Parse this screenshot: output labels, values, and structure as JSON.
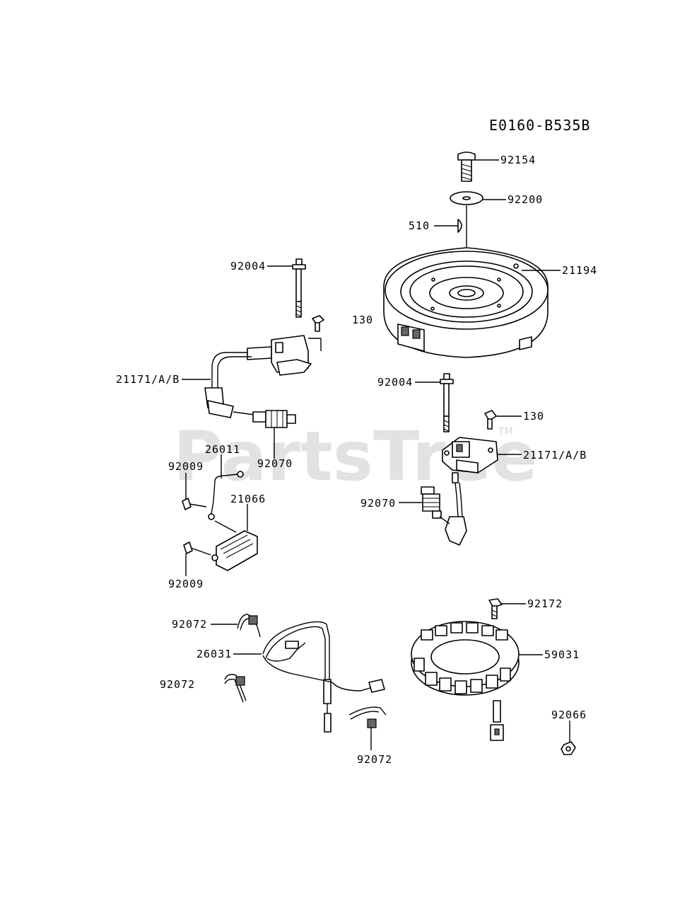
{
  "diagram_code": "E0160-B535B",
  "watermark": {
    "text": "PartsTree",
    "trademark": "TM"
  },
  "parts": {
    "bolt_flywheel": "92154",
    "washer_flywheel": "92200",
    "key": "510",
    "flywheel": "21194",
    "magnet_screw": "130",
    "coil_bolt_left": "92004",
    "ignition_coil_left": "21171/A/B",
    "spark_plug_left": "92070",
    "lead_wire": "26011",
    "screw_top": "92009",
    "regulator": "21066",
    "screw_bottom": "92009",
    "coil_bolt_right": "92004",
    "coil_screw_right": "130",
    "ignition_coil_right": "21171/A/B",
    "spark_plug_right": "92070",
    "clamp_top": "92072",
    "harness": "26031",
    "clamp_left": "92072",
    "clamp_bottom": "92072",
    "stator_bolt": "92172",
    "stator": "59031",
    "nut": "92066"
  }
}
